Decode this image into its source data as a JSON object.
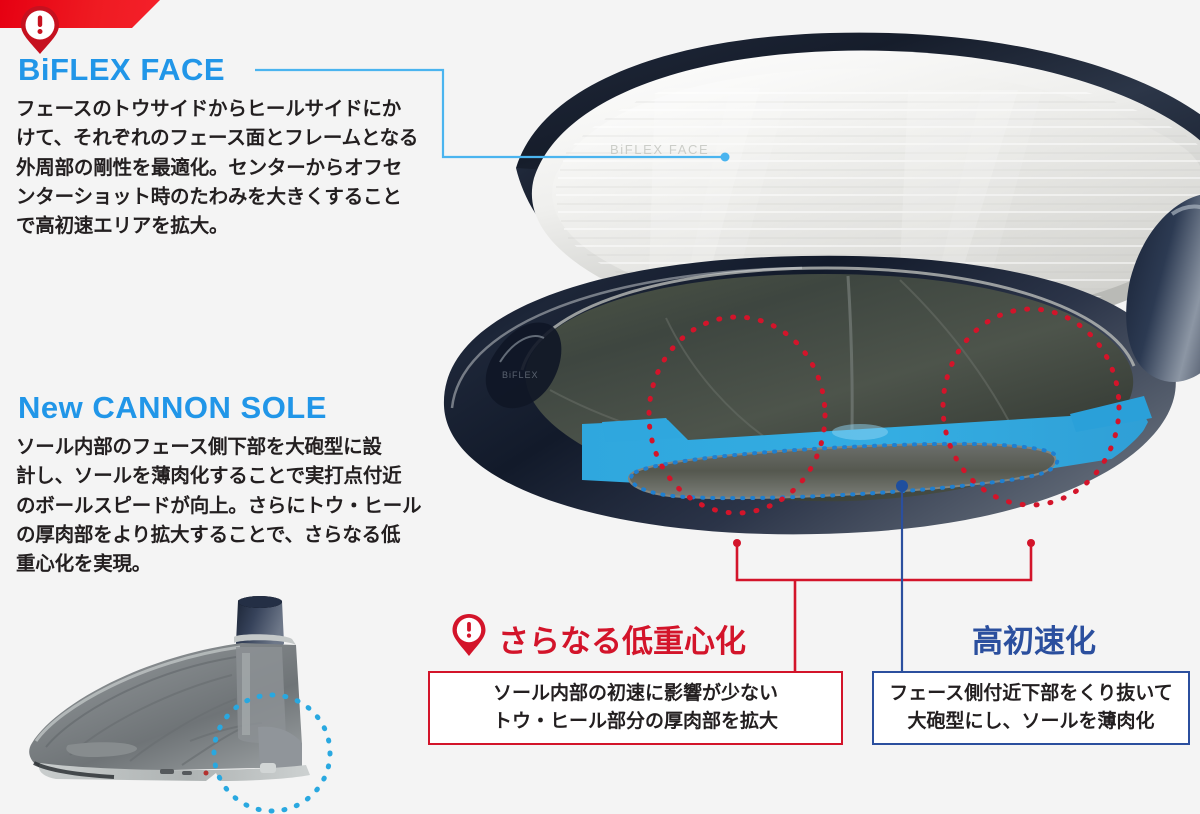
{
  "background_color": "#f4f4f4",
  "accent_colors": {
    "banner_red": "#e60012",
    "callout_red": "#d3142a",
    "heading_blue": "#2196e8",
    "callout_blue": "#2b4f9e",
    "sole_cyan": "#29a8e0",
    "leader_blue": "#4ab4ef"
  },
  "banner": {
    "icon": "exclamation-pin-icon"
  },
  "sections": [
    {
      "id": "biflex-face",
      "title": "BiFLEX FACE",
      "icon": "exclamation-pin-icon",
      "body": [
        "フェースのトウサイドからヒールサイドにか",
        "けて、それぞれのフェース面とフレームとなる",
        "外周部の剛性を最適化。センターからオフセ",
        "ンターショット時のたわみを大きくすること",
        "で高初速エリアを拡大。"
      ]
    },
    {
      "id": "new-cannon-sole",
      "title": "New CANNON SOLE",
      "body": [
        "ソール内部のフェース側下部を大砲型に設",
        "計し、ソールを薄肉化することで実打点付近",
        "のボールスピードが向上。さらにトウ・ヒール",
        "の厚肉部をより拡大することで、さらなる低",
        "重心化を実現。"
      ]
    }
  ],
  "face_etching": "BiFLEX FACE",
  "callouts": [
    {
      "id": "low-center-of-gravity",
      "icon": "exclamation-pin-icon",
      "title": "さらなる低重心化",
      "title_color": "#d3142a",
      "border_color": "#d3142a",
      "lines": [
        "ソール内部の初速に影響が少ない",
        "トウ・ヒール部分の厚肉部を拡大"
      ]
    },
    {
      "id": "high-initial-speed",
      "title": "高初速化",
      "title_color": "#2b4f9e",
      "border_color": "#2b4f9e",
      "lines": [
        "フェース側付近下部をくり抜いて",
        "大砲型にし、ソールを薄肉化"
      ]
    }
  ]
}
